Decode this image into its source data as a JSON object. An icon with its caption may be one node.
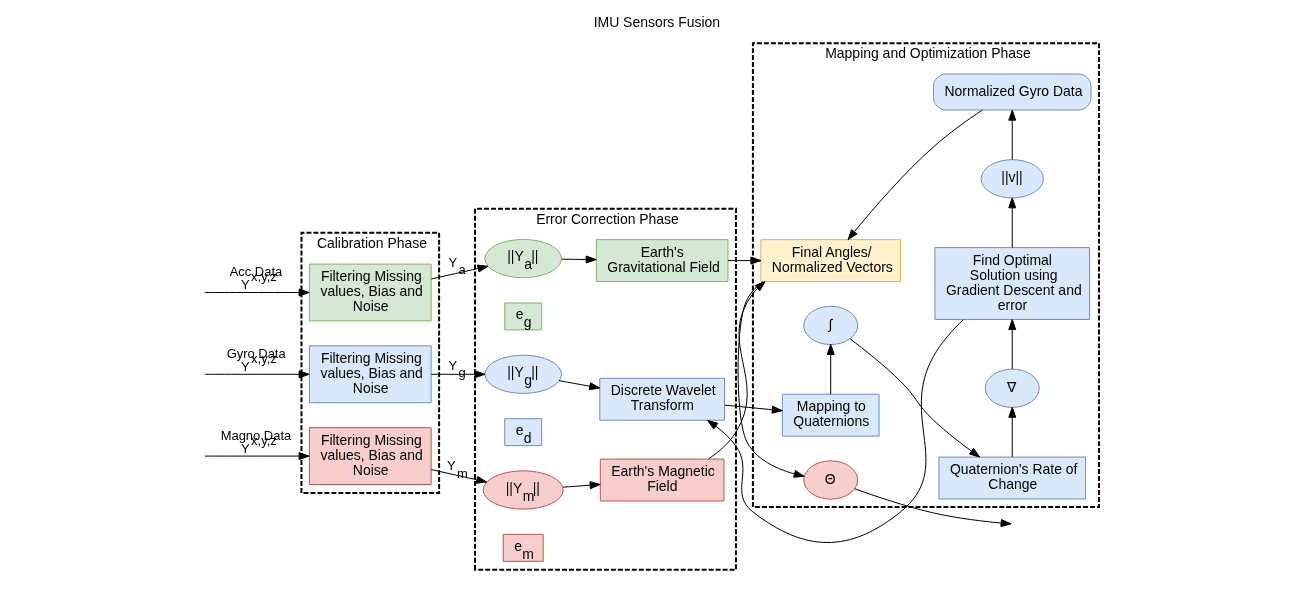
{
  "diagram": {
    "title": "IMU Sensors Fusion",
    "nodes": [
      {
        "text": [
          "Calibration Phase"
        ]
      },
      {
        "text": [
          "Filtering Missing values, Bias and Noise"
        ],
        "in": 0
      },
      {
        "text": [
          "Filtering Missing values, Bias and Noise"
        ],
        "in": 0
      },
      {
        "text": [
          "Filtering Missing values, Bias and Noise"
        ],
        "in": 0
      },
      {
        "text": [
          "Error Correction Phase"
        ]
      },
      {
        "text": [
          "||Y$_{a}$||"
        ],
        "in": 4
      },
      {
        "text": [
          "e$_{g}$"
        ],
        "in": 4
      },
      {
        "text": [
          "Earth's Gravitational Field"
        ],
        "in": 4
      },
      {
        "text": [
          "||Y$_{g}$||"
        ],
        "in": 4
      },
      {
        "text": [
          "e$_{d}$"
        ],
        "in": 4
      },
      {
        "text": [
          "Discrete Wavelet Transform"
        ],
        "in": 4
      },
      {
        "text": [
          "||Y$_{m}$||"
        ],
        "in": 4
      },
      {
        "text": [
          "e$_{m}$"
        ],
        "in": 4
      },
      {
        "text": [
          "Earth's Magnetic Field"
        ],
        "in": 4
      },
      {
        "text": [
          "Mapping and Optimization Phase"
        ]
      },
      {
        "text": [
          "∫"
        ],
        "in": 14
      },
      {
        "text": [
          "Quaternion's Rate of Change"
        ],
        "in": 14
      },
      {
        "text": [
          "∇"
        ],
        "in": 14
      },
      {
        "text": [
          "Mapping to Quaternions"
        ],
        "in": 14
      },
      {
        "text": [
          "Find Optimal Solution using Gradient Descent and error"
        ],
        "in": 14
      },
      {
        "text": [
          "||v||"
        ],
        "in": 14
      },
      {
        "text": [
          "Final Angles/ Normalized Vectors"
        ],
        "in": 14
      },
      {
        "text": [
          "Normalized Gyro Data"
        ],
        "in": 14
      },
      {
        "text": [
          "Θ"
        ],
        "in": 14
      }
    ],
    "edges": [
      {
        "from": null,
        "to": 1,
        "arrow": "to",
        "label": "Acc Data Y$^{x,y,z}$"
      },
      {
        "from": null,
        "to": 2,
        "arrow": "to",
        "label": "Gyro Data Y$^{x,y,z}$"
      },
      {
        "from": null,
        "to": 3,
        "arrow": "to",
        "label": "Magno Data Y$^{x,y,z}$"
      },
      {
        "from": 1,
        "to": 5,
        "arrow": "to",
        "label": "Y$_{a}$"
      },
      {
        "from": 2,
        "to": 8,
        "arrow": "to",
        "label": "Y$_{g}$"
      },
      {
        "from": 3,
        "to": 11,
        "arrow": "to",
        "label": "Y$_{m}$"
      },
      {
        "from": 5,
        "to": 7,
        "arrow": "to"
      },
      {
        "from": 8,
        "to": 10,
        "arrow": "to"
      },
      {
        "from": 11,
        "to": 13,
        "arrow": "to"
      },
      {
        "from": 7,
        "to": 21,
        "arrow": "to"
      },
      {
        "from": 10,
        "to": 18,
        "arrow": "to"
      },
      {
        "from": 18,
        "to": 15,
        "arrow": "to"
      },
      {
        "from": 15,
        "to": 16,
        "arrow": "to"
      },
      {
        "from": 16,
        "to": 17,
        "arrow": "to"
      },
      {
        "from": 17,
        "to": 19,
        "arrow": "to"
      },
      {
        "from": 19,
        "to": 10,
        "arrow": "to"
      },
      {
        "from": 19,
        "to": 20,
        "arrow": "to"
      },
      {
        "from": 20,
        "to": 22,
        "arrow": "to"
      },
      {
        "from": 22,
        "to": 21,
        "arrow": "to"
      },
      {
        "from": 13,
        "to": 21,
        "arrow": "to"
      },
      {
        "from": 21,
        "to": 23,
        "arrow": "to"
      },
      {
        "from": 23,
        "to": null,
        "arrow": "to"
      }
    ]
  }
}
